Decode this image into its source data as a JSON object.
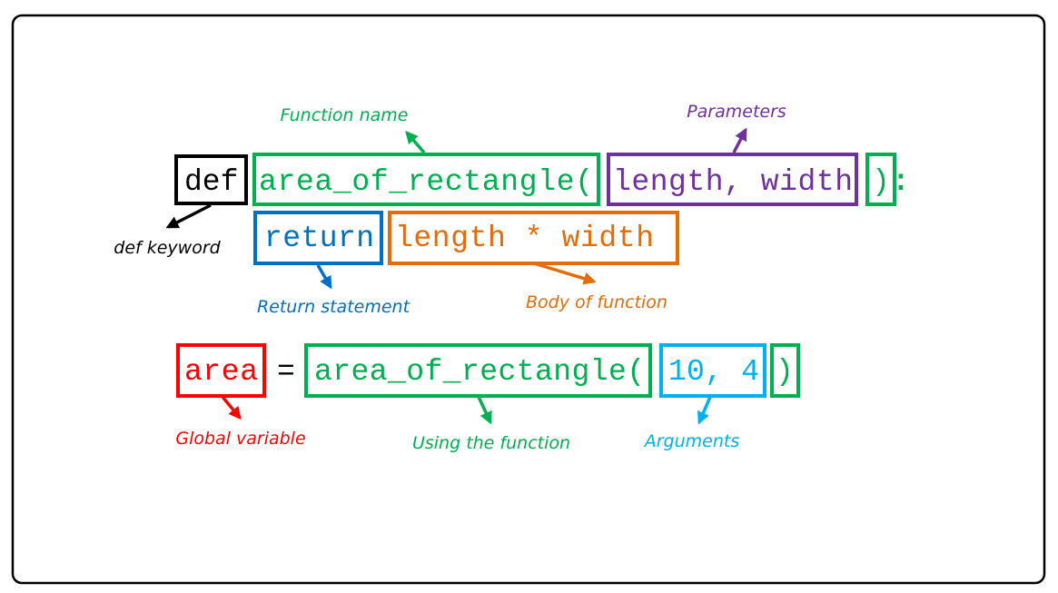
{
  "colors": {
    "green": "#00b050",
    "purple": "#7030a0",
    "blue": "#0070c0",
    "orange": "#e46c0a",
    "red": "#ff0000",
    "lightblue": "#00b0f0",
    "black": "#000000"
  },
  "code": {
    "def": "def",
    "func_name": "area_of_rectangle(",
    "params": "length, width",
    "close_paren": ")",
    "colon": ":",
    "return": "return",
    "body": "length * width",
    "var": "area",
    "equals": "=",
    "call_name": "area_of_rectangle(",
    "args": "10, 4",
    "call_close": ")"
  },
  "labels": {
    "function_name": "Function name",
    "parameters": "Parameters",
    "def_keyword": "def keyword",
    "return_statement": "Return statement",
    "body_of_function": "Body of function",
    "global_variable": "Global variable",
    "using_function": "Using the function",
    "arguments": "Arguments"
  }
}
